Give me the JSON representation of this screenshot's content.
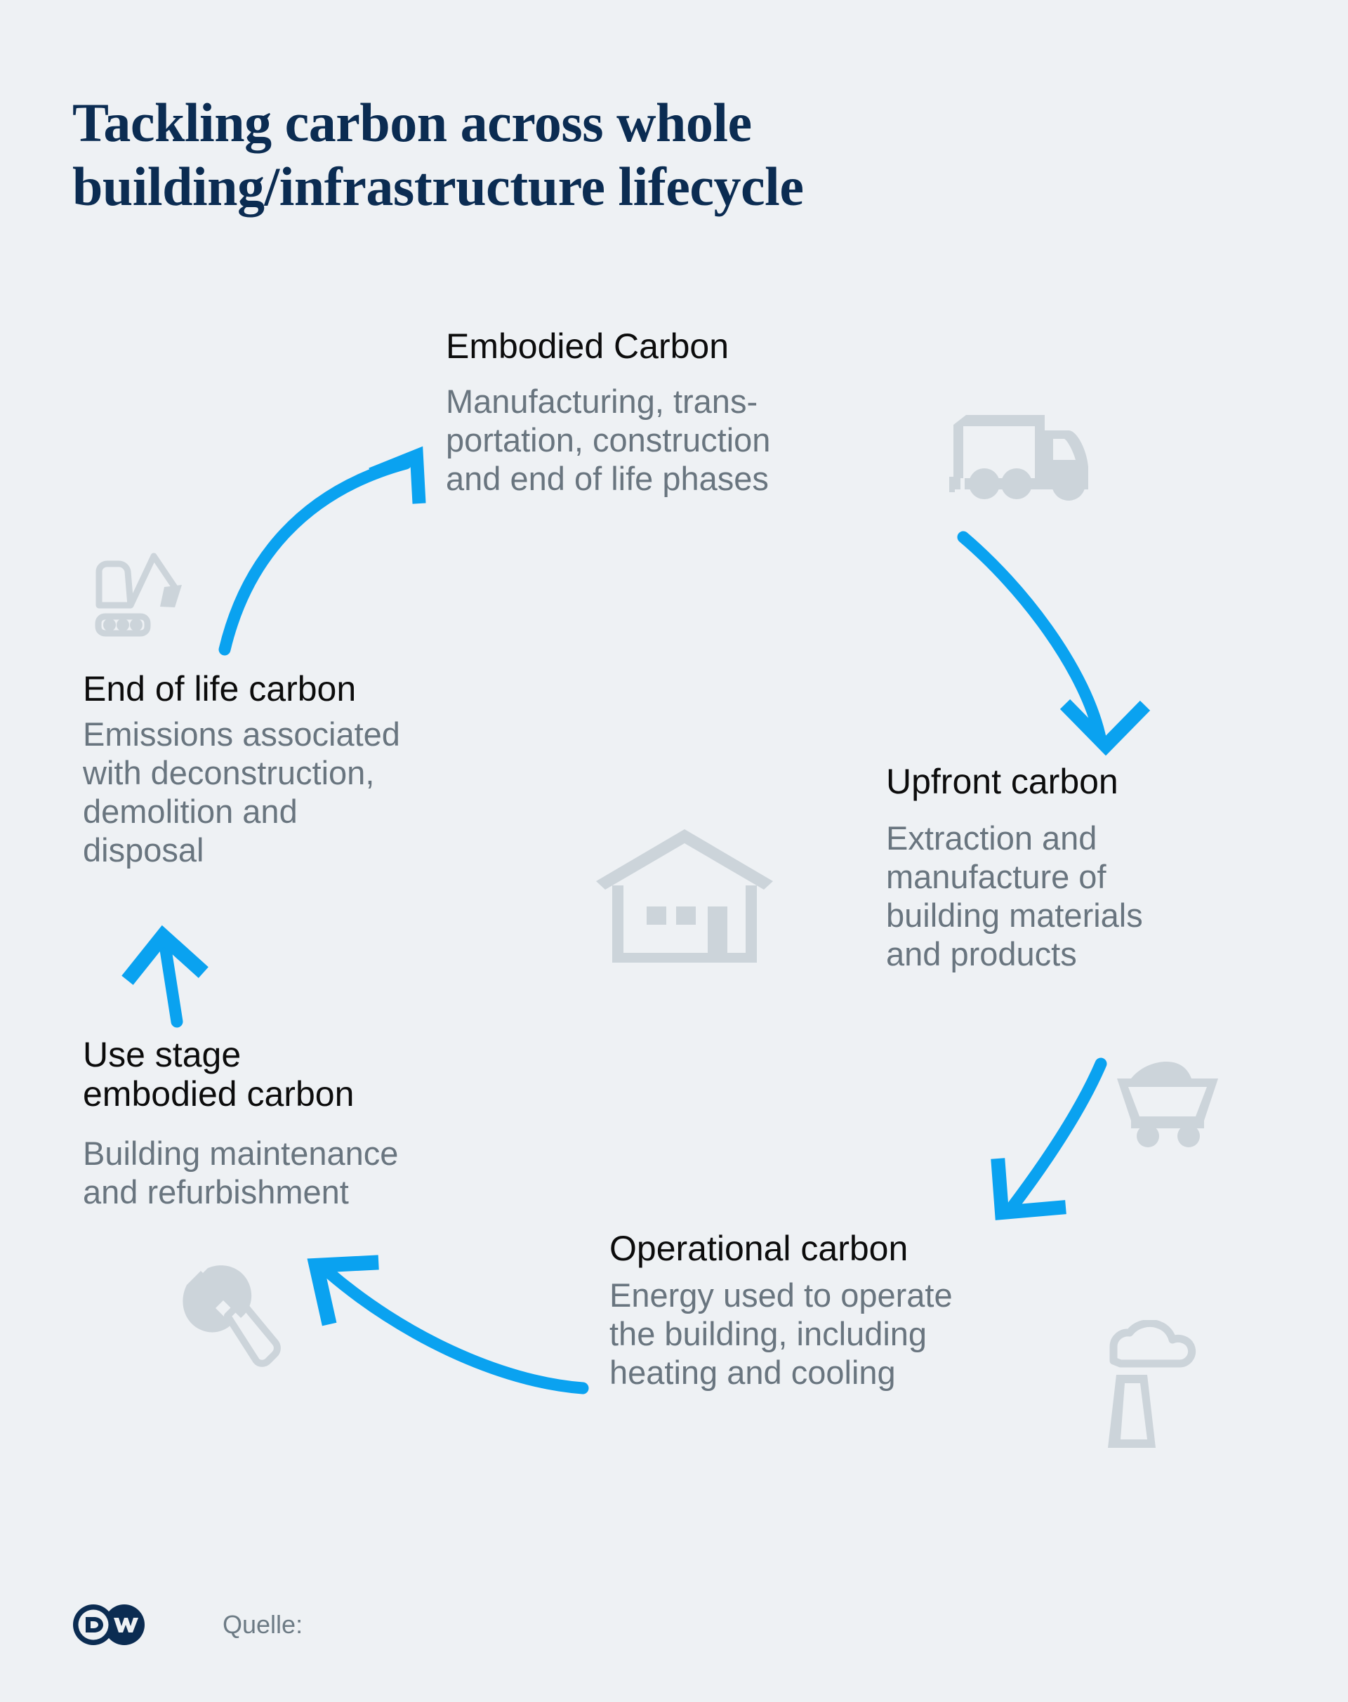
{
  "title": "Tackling carbon across whole\nbuilding/infrastructure lifecycle",
  "colors": {
    "background": "#eef1f4",
    "title": "#0b2c52",
    "heading": "#0c0c0c",
    "body_text": "#69757f",
    "arrow_blue": "#0aa2f0",
    "icon_gray": "#ccd4da",
    "logo_navy": "#0b2c52"
  },
  "nodes": [
    {
      "id": "embodied-carbon",
      "heading": "Embodied Carbon",
      "body": "Manufacturing, trans-\nportation, construction\nand end of life phases",
      "icon": "truck-icon"
    },
    {
      "id": "upfront-carbon",
      "heading": "Upfront carbon",
      "body": "Extraction and\nmanufacture of\nbuilding materials\nand products",
      "icon": "mining-cart-icon"
    },
    {
      "id": "operational-carbon",
      "heading": "Operational carbon",
      "body": "Energy used to operate\nthe building, including\nheating and cooling",
      "icon": "factory-smokestack-icon"
    },
    {
      "id": "use-stage-embodied-carbon",
      "heading": "Use stage\nembodied carbon",
      "body": "Building maintenance\nand refurbishment",
      "icon": "wrench-icon"
    },
    {
      "id": "end-of-life-carbon",
      "heading": "End of life carbon",
      "body": "Emissions associated\nwith deconstruction,\ndemolition and\ndisposal",
      "icon": "excavator-icon"
    }
  ],
  "center_icon": "house-icon",
  "arrows": [
    {
      "from": "end-of-life-carbon",
      "to": "embodied-carbon"
    },
    {
      "from": "embodied-carbon",
      "to": "upfront-carbon"
    },
    {
      "from": "upfront-carbon",
      "to": "operational-carbon"
    },
    {
      "from": "operational-carbon",
      "to": "use-stage-embodied-carbon"
    },
    {
      "from": "use-stage-embodied-carbon",
      "to": "end-of-life-carbon"
    }
  ],
  "footer": {
    "logo": "dw-logo",
    "logo_text": "DW",
    "source_label": "Quelle:"
  }
}
